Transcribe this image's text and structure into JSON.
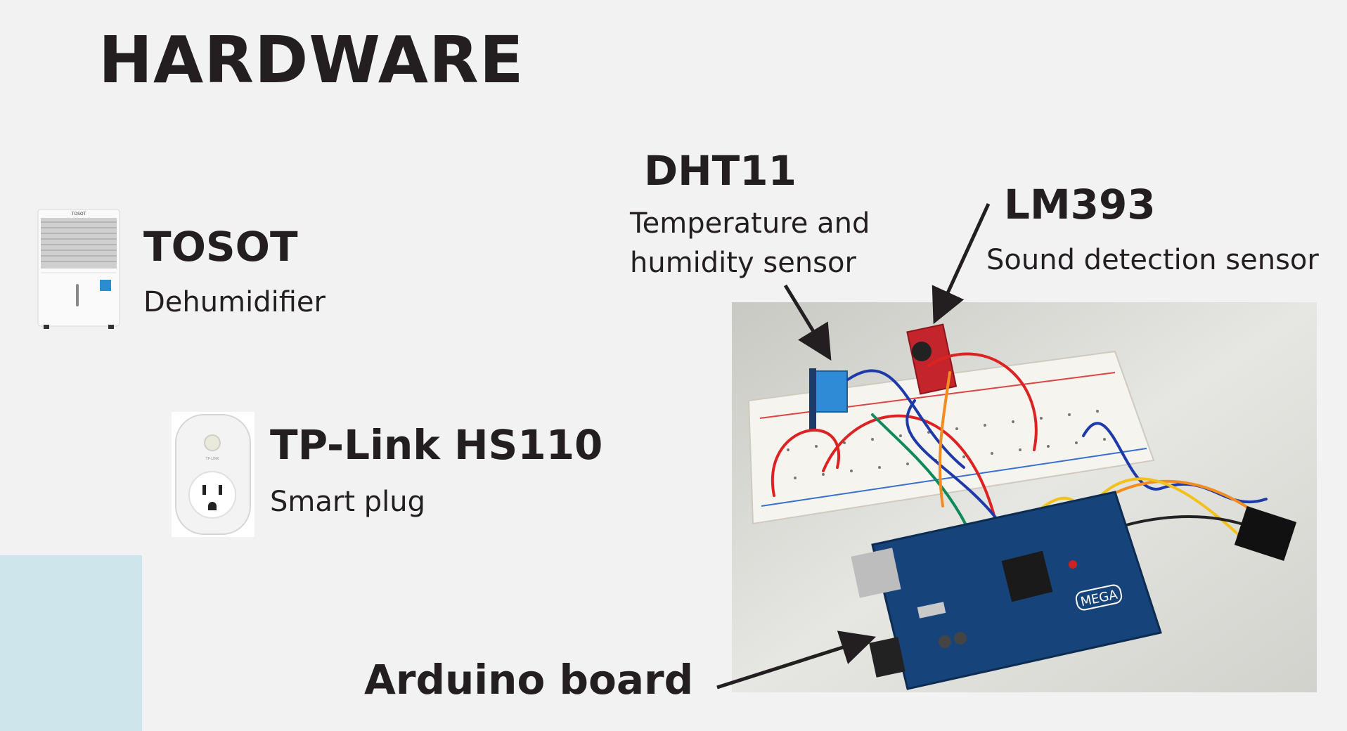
{
  "slide": {
    "title": "HARDWARE",
    "background_color": "#f2f2f2",
    "accent_color": "#cfe5ec"
  },
  "items": {
    "tosot": {
      "name": "TOSOT",
      "description": "Dehumidifier",
      "icon": "dehumidifier-icon",
      "brand_text": "TOSOT"
    },
    "tplink": {
      "name": "TP-Link HS110",
      "description": "Smart plug",
      "icon": "smart-plug-icon",
      "brand_text": "TP-LINK"
    },
    "dht11": {
      "name": "DHT11",
      "description_line1": "Temperature and",
      "description_line2": "humidity sensor"
    },
    "lm393": {
      "name": "LM393",
      "description": "Sound detection sensor"
    },
    "arduino": {
      "name": "Arduino board",
      "board_label": "MEGA"
    }
  }
}
